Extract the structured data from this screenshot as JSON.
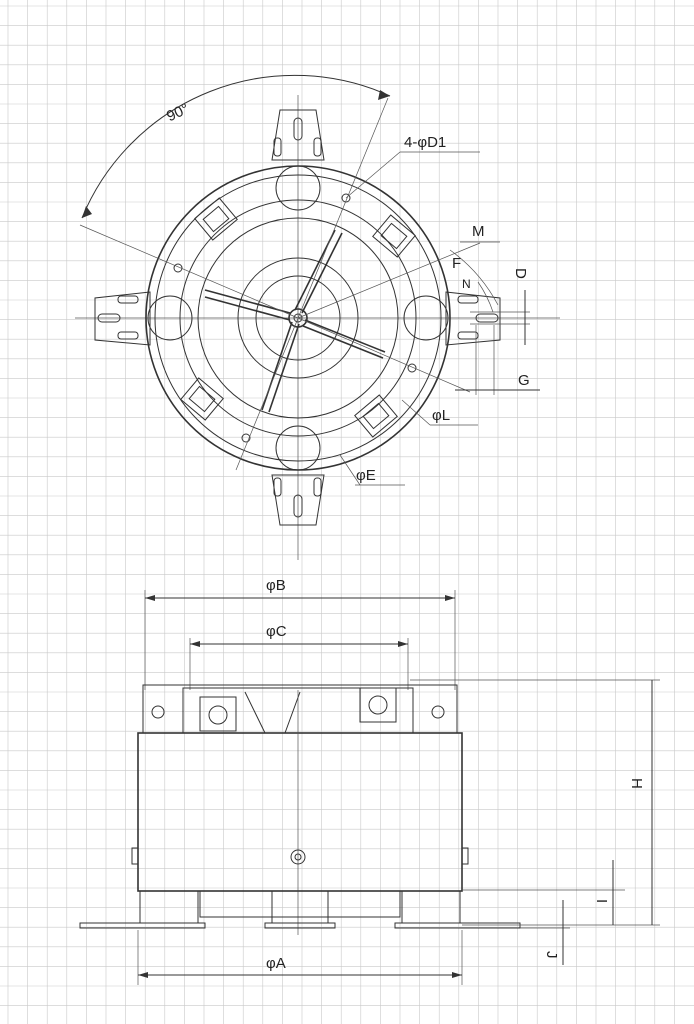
{
  "top_view": {
    "angle": "90°",
    "holes": "4-φD1",
    "M": "M",
    "F": "F",
    "N": "N",
    "D": "D",
    "G": "G",
    "L": "φL",
    "E": "φE"
  },
  "side_view": {
    "B": "φB",
    "C": "φC",
    "A": "φA",
    "H": "H",
    "I": "I",
    "J": "J"
  },
  "colors": {
    "grid": "#c9c9c9",
    "line": "#333333",
    "body_fill": "#e9e9e9",
    "bg": "#ffffff"
  }
}
